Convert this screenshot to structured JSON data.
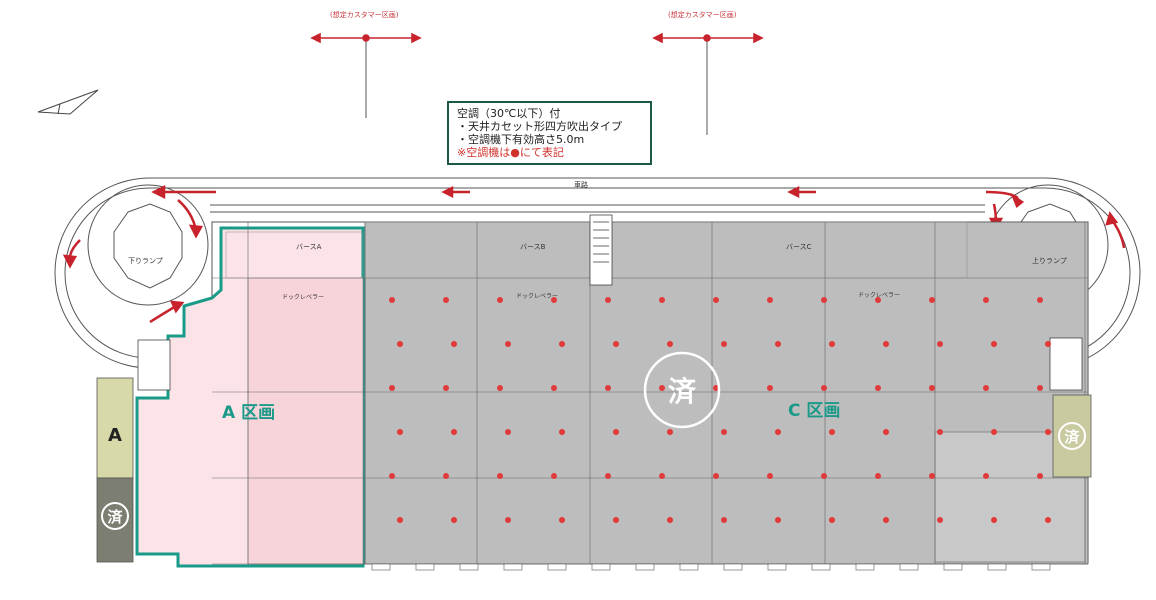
{
  "top_labels": {
    "customer_left": "(想定カスタマー区画)",
    "customer_right": "(想定カスタマー区画)"
  },
  "note": {
    "line1": "空調（30℃以下）付",
    "line2": "・天井カセット形四方吹出タイプ",
    "line3": "・空調機下有効高さ5.0m",
    "line4": "※空調機は●にて表記"
  },
  "road": {
    "label": "車路",
    "left_ramp": "下りランプ",
    "right_ramp": "上りランプ"
  },
  "berths": {
    "a": "バースA",
    "b": "バースB",
    "c": "バースC",
    "dock_leveler": "ドックレベラー"
  },
  "zones": {
    "a_label": "A 区画",
    "c_label": "C 区画",
    "done_mark": "済",
    "side_a": "A",
    "side_done_left": "済",
    "side_done_right": "済"
  },
  "colors": {
    "zone_a_fill": "#fbe3e7",
    "zone_a_border": "#1a9b8a",
    "zone_c_fill": "#bdbdbd",
    "arrow_red": "#c8232c",
    "ac_dot": "#e03a3a",
    "note_border": "#1d5a44"
  },
  "ac_legend_icon": "red-dot-icon"
}
